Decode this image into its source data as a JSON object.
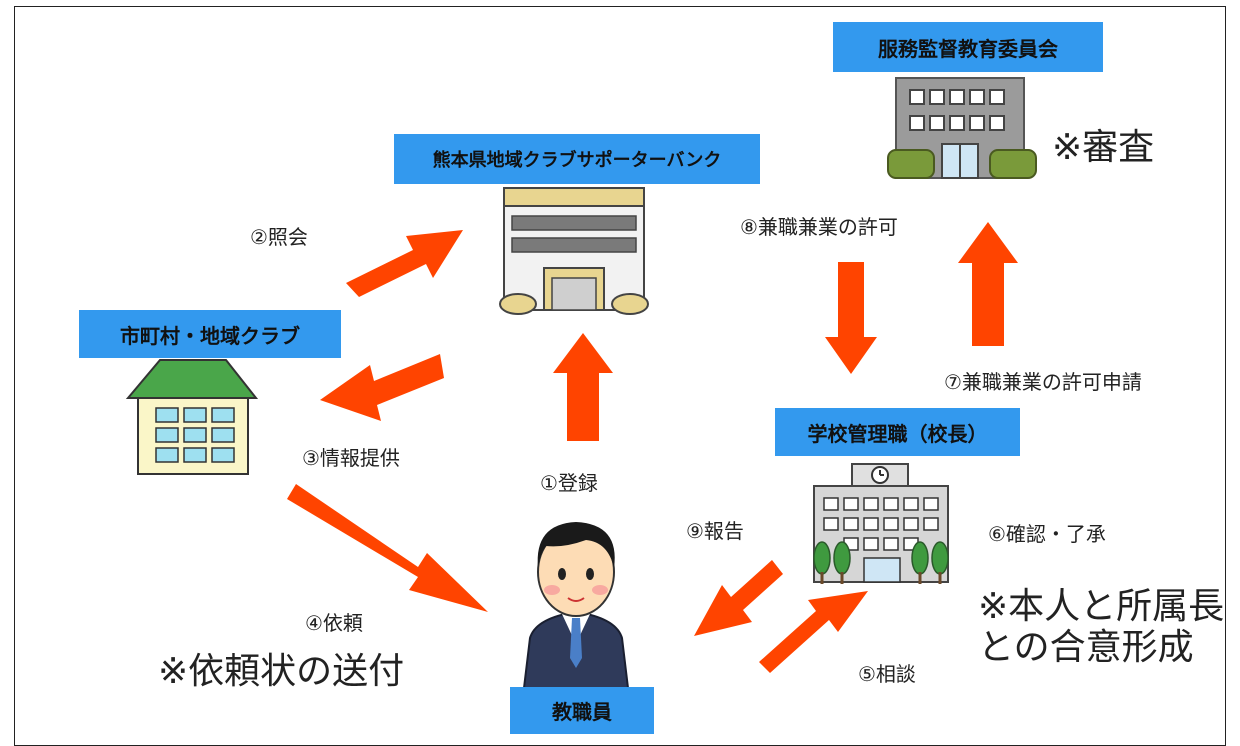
{
  "colors": {
    "label_bg": "#3399ee",
    "arrow": "#ff4400",
    "building_gray": "#9a9a9a",
    "window_blue": "#5a7fa8"
  },
  "nodes": {
    "board": "服務監督教育委員会",
    "bank": "熊本県地域クラブサポーターバンク",
    "municipal": "市町村・地域クラブ",
    "principal": "学校管理職（校長）",
    "staff": "教職員"
  },
  "steps": {
    "s1": "①登録",
    "s2": "②照会",
    "s3": "③情報提供",
    "s4": "④依頼",
    "s5": "⑤相談",
    "s6": "⑥確認・了承",
    "s7": "⑦兼職兼業の許可申請",
    "s8": "⑧兼職兼業の許可",
    "s9": "⑨報告"
  },
  "notes": {
    "review": "※審査",
    "request_letter": "※依頼状の送付",
    "agreement_line1": "※本人と所属長",
    "agreement_line2": "との合意形成"
  }
}
